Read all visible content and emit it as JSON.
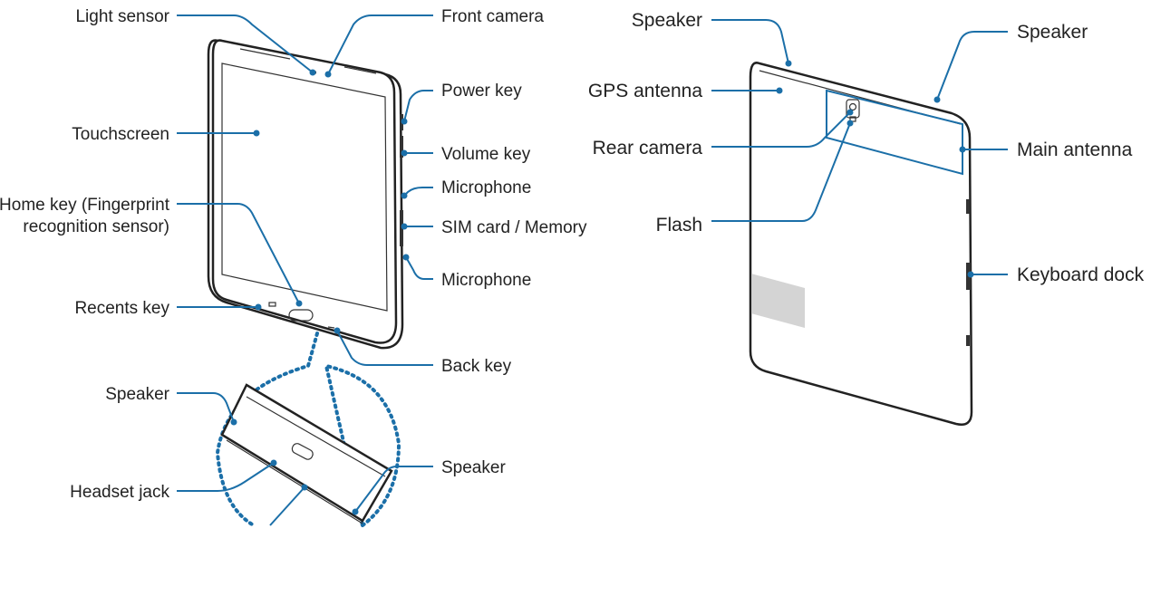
{
  "colors": {
    "leader": "#1b6fa8",
    "outline": "#222222",
    "gps_fill": "#d4d4d4"
  },
  "front_labels": {
    "light_sensor": "Light sensor",
    "front_camera": "Front camera",
    "power_key": "Power key",
    "touchscreen": "Touchscreen",
    "volume_key": "Volume key",
    "microphone_top": "Microphone",
    "home_key_line1": "Home key (Fingerprint",
    "home_key_line2": "recognition sensor)",
    "sim_card": "SIM card / Memory",
    "microphone_bottom": "Microphone",
    "recents_key": "Recents key",
    "back_key": "Back key",
    "speaker_bottom_left": "Speaker",
    "speaker_bottom_right": "Speaker",
    "headset_jack": "Headset jack"
  },
  "rear_labels": {
    "speaker_left": "Speaker",
    "speaker_right": "Speaker",
    "gps_antenna": "GPS antenna",
    "rear_camera": "Rear camera",
    "main_antenna": "Main antenna",
    "flash": "Flash",
    "keyboard_dock": "Keyboard dock"
  }
}
